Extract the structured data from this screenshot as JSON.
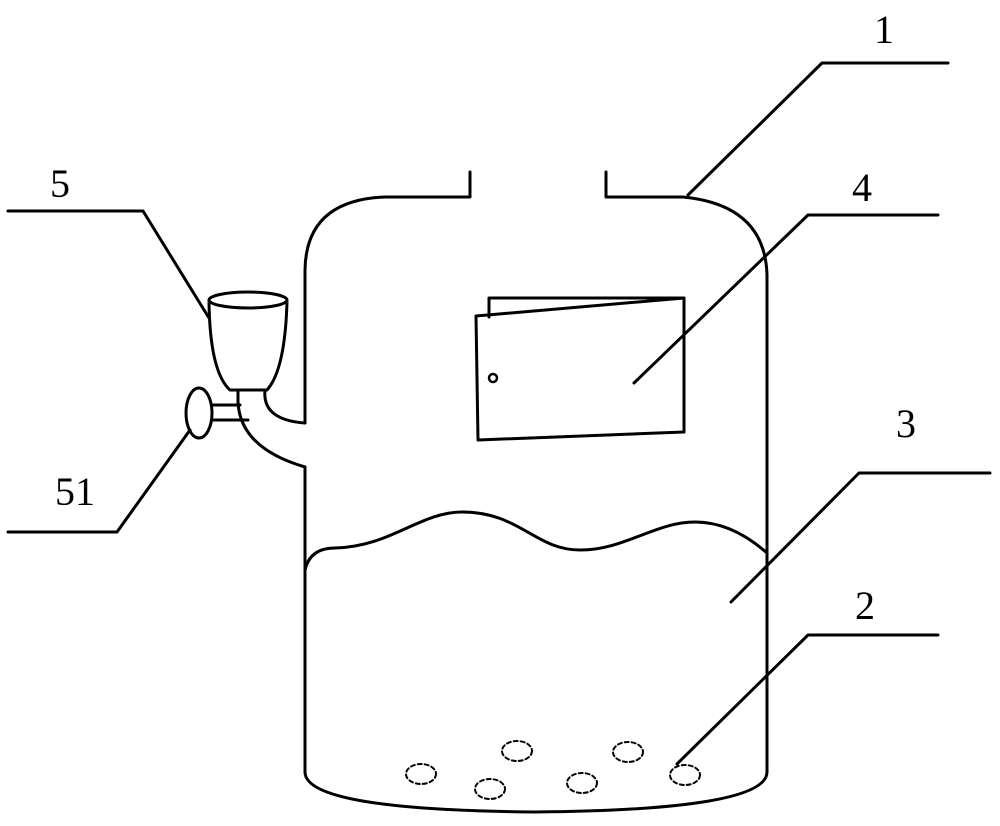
{
  "labels": {
    "one": "1",
    "two": "2",
    "three": "3",
    "four": "4",
    "five": "5",
    "fiftyone": "51"
  },
  "colors": {
    "stroke": "#000000",
    "background": "#ffffff"
  }
}
